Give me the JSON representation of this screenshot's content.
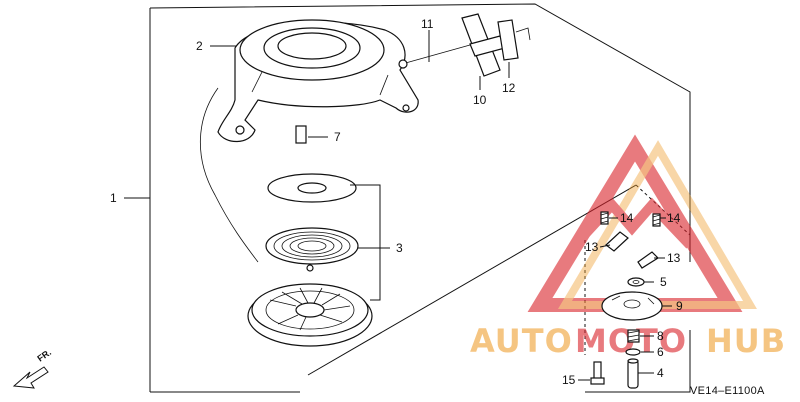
{
  "diagram_code": "VE14–E1100A",
  "direction_label": "FR.",
  "callouts": {
    "c1": "1",
    "c2": "2",
    "c3": "3",
    "c4": "4",
    "c5": "5",
    "c6": "6",
    "c7": "7",
    "c8": "8",
    "c9": "9",
    "c10": "10",
    "c11": "11",
    "c12": "12",
    "c13a": "13",
    "c13b": "13",
    "c14a": "14",
    "c14b": "14",
    "c15": "15"
  },
  "watermark": {
    "brand_part1": "AUTO",
    "brand_part2": "MOTO",
    "brand_part3": "HUB",
    "color_red": "#d9222a",
    "color_orange": "#f0a030"
  }
}
